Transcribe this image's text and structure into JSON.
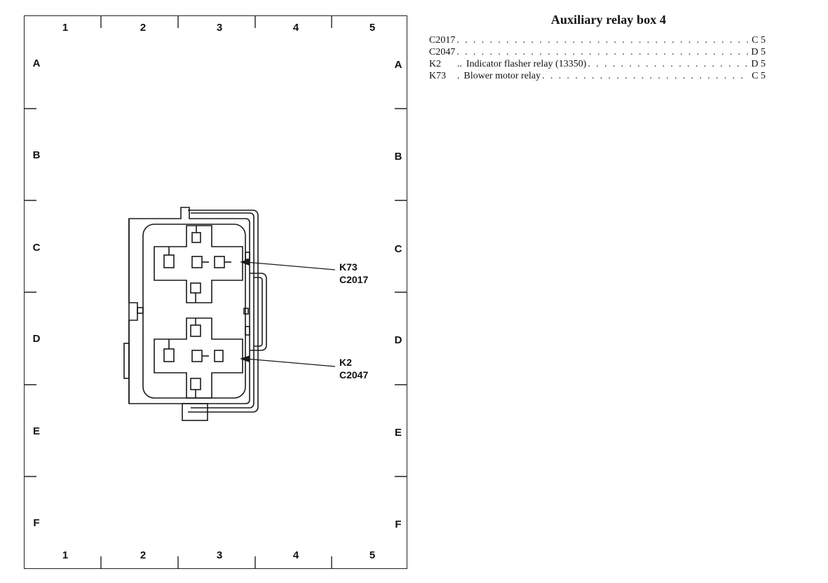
{
  "diagram": {
    "columns": [
      "1",
      "2",
      "3",
      "4",
      "5"
    ],
    "rows": [
      "A",
      "B",
      "C",
      "D",
      "E",
      "F"
    ],
    "callouts": [
      {
        "lines": [
          "K73",
          "C2017"
        ]
      },
      {
        "lines": [
          "K2",
          "C2047"
        ]
      }
    ]
  },
  "legend": {
    "title": "Auxiliary relay box 4",
    "entries": [
      {
        "code": "C2017",
        "sep": "",
        "description": "",
        "location": "C 5"
      },
      {
        "code": "C2047",
        "sep": "",
        "description": "",
        "location": "D 5"
      },
      {
        "code": "K2",
        "sep": "..",
        "description": "Indicator flasher relay (13350)",
        "location": "D 5"
      },
      {
        "code": "K73",
        "sep": ".",
        "description": "Blower motor relay",
        "location": "C 5"
      }
    ]
  }
}
